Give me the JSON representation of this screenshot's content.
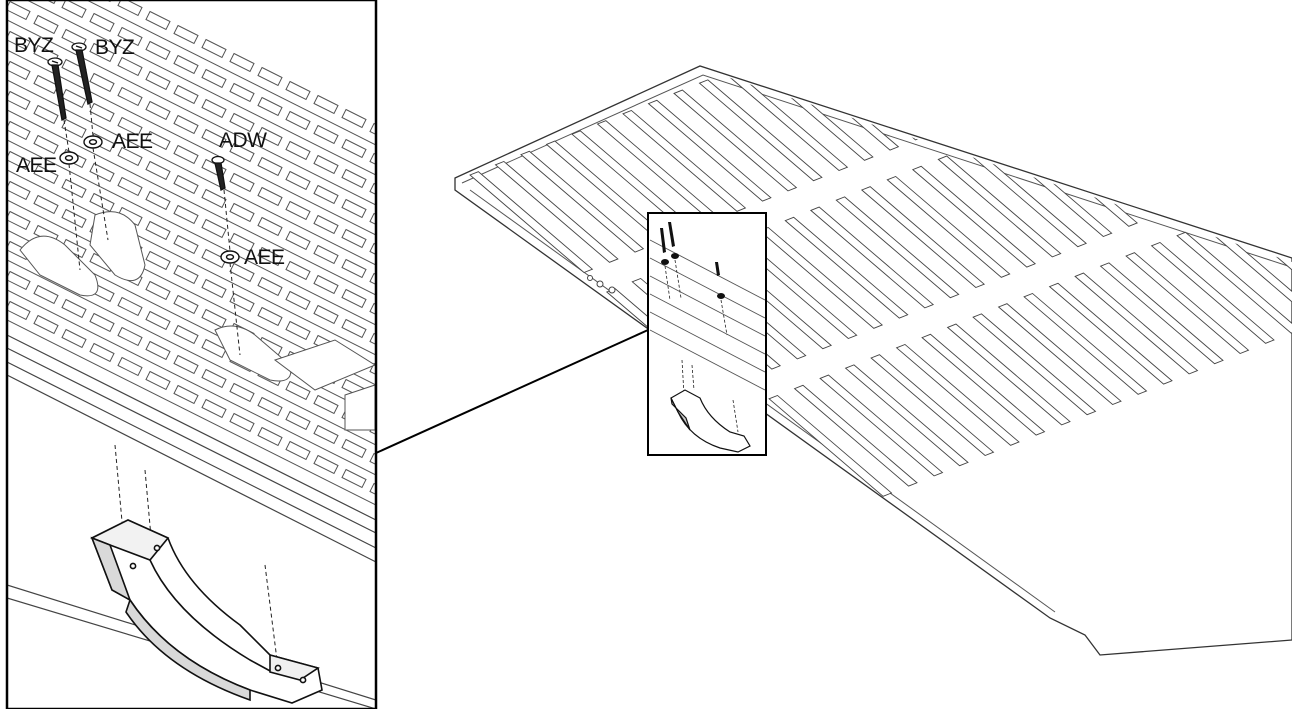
{
  "diagram": {
    "labels": {
      "screw_left": "BYZ",
      "screw_right": "BYZ",
      "washer_left": "AEE",
      "washer_mid": "AEE",
      "screw_small": "ADW",
      "washer_lower": "AEE"
    },
    "colors": {
      "ink": "#111111",
      "line": "#333333",
      "panel_fill": "#ffffff",
      "shade": "#e6e6e6"
    },
    "icons": [
      "screw-icon",
      "washer-icon",
      "bracket-icon",
      "shelf-panel-icon"
    ]
  }
}
